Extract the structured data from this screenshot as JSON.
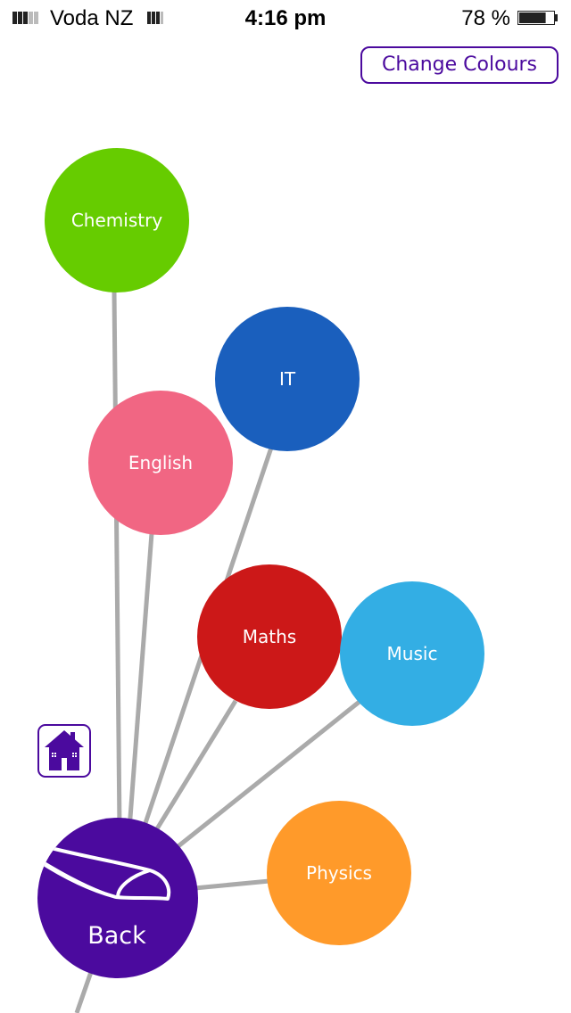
{
  "status_bar": {
    "carrier": "Voda NZ",
    "time": "4:16 pm",
    "battery_percent": "78 %",
    "battery_level": 0.78,
    "signal_icon": "cellular-signal-icon",
    "wifi_icon": "wifi-icon",
    "battery_icon": "battery-icon"
  },
  "toolbar": {
    "change_colours_label": "Change Colours"
  },
  "colors": {
    "accent": "#4b0a9e",
    "connector": "#aaaaaa"
  },
  "subjects": [
    {
      "id": "chemistry",
      "label": "Chemistry",
      "color": "#66cc00"
    },
    {
      "id": "it",
      "label": "IT",
      "color": "#1a5fbd"
    },
    {
      "id": "english",
      "label": "English",
      "color": "#f16683"
    },
    {
      "id": "maths",
      "label": "Maths",
      "color": "#cc1818"
    },
    {
      "id": "music",
      "label": "Music",
      "color": "#33aee4"
    },
    {
      "id": "physics",
      "label": "Physics",
      "color": "#ff9a2a"
    }
  ],
  "back_node": {
    "label": "Back",
    "color": "#4b0a9e",
    "icon": "bird-head-icon"
  },
  "home_button": {
    "icon": "home-icon"
  }
}
